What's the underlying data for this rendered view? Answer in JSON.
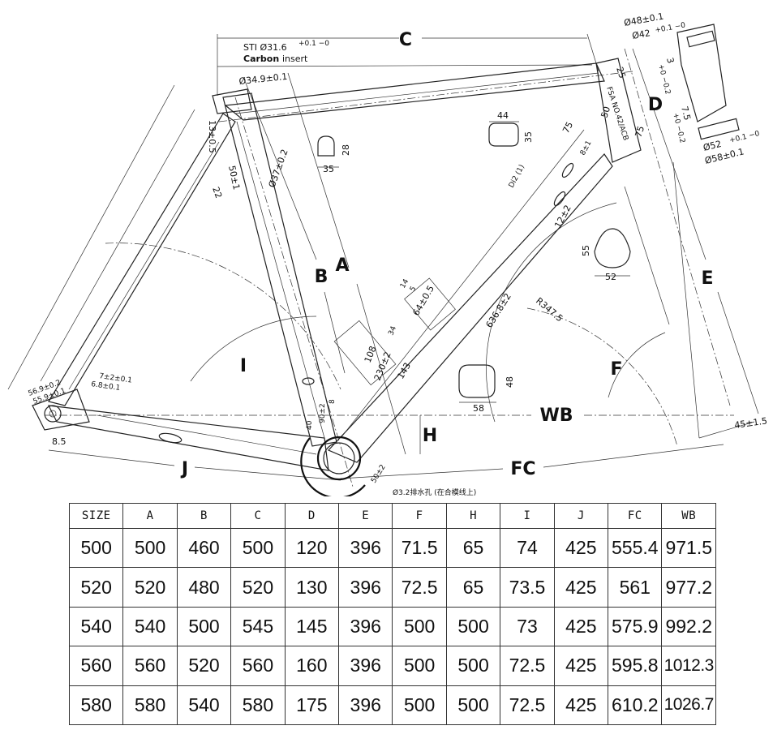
{
  "drawing": {
    "letters": {
      "A": "A",
      "B": "B",
      "C": "C",
      "D": "D",
      "E": "E",
      "F": "F",
      "H": "H",
      "I": "I",
      "J": "J",
      "FC": "FC",
      "WB": "WB"
    },
    "annotations": {
      "sti": "STI Ø31.6",
      "sti_tol": "+0.1 −0",
      "carbon_insert_bold": "Carbon",
      "carbon_insert_rest": "insert",
      "seat_clamp_dia": "Ø34.9±0.1",
      "seat_top_dim": "13±0.5",
      "seat_tube_dia": "Ø37±0.2",
      "seat_tube_len": "50±1",
      "seat_stay_small": "22",
      "tt_section_w": "35",
      "tt_section_h": "28",
      "dt_section_w": "44",
      "dt_section_h": "35",
      "head_top_outer": "Ø48±0.1",
      "head_top_inner": "Ø42",
      "head_top_inner_tol": "+0.1 −0",
      "head_top_len": "3",
      "head_top_len_tol": "+0 −0.2",
      "head_bottom_len": "7.5",
      "head_bottom_len_tol": "+0 −0.2",
      "head_bottom_inner": "Ø52",
      "head_bottom_inner_tol": "+0.1 −0",
      "head_bottom_outer": "Ø58±0.1",
      "headset_label": "FSA NO.42/ACB",
      "head_small_25": "25",
      "head_50": "50",
      "head_75a": "75",
      "head_75b": "75",
      "di2_label": "Di2 (1)",
      "cable_port": "12±2",
      "cable_port2": "8±1",
      "dt_radius": "R347.5",
      "dt_length": "636.8±2",
      "bb_area_55": "55",
      "bb_area_52": "52",
      "dt_port_64": "64±0.5",
      "dt_port_14": "14",
      "dt_port_5": "5",
      "st_port_108": "108",
      "st_port_230": "230±2",
      "st_port_143": "143",
      "st_port_34": "34",
      "chain_section_w": "58",
      "chain_section_h": "48",
      "bb_40": "40",
      "bb_90": "90±2",
      "bb_8": "8",
      "bb_50": "50±2",
      "bb_drain": "Ø3.2排水孔 (在合模线上)",
      "dropout_56": "56.9±0.2",
      "dropout_55": "55.9±0.1",
      "dropout_7": "7±2±0.1",
      "dropout_68": "6.8±0.1",
      "dropout_85": "8.5",
      "fork_45": "45±1.5"
    }
  },
  "table": {
    "headers": [
      "SIZE",
      "A",
      "B",
      "C",
      "D",
      "E",
      "F",
      "H",
      "I",
      "J",
      "FC",
      "WB"
    ],
    "rows": [
      [
        "500",
        "500",
        "460",
        "500",
        "120",
        "396",
        "71.5",
        "65",
        "74",
        "425",
        "555.4",
        "971.5"
      ],
      [
        "520",
        "520",
        "480",
        "520",
        "130",
        "396",
        "72.5",
        "65",
        "73.5",
        "425",
        "561",
        "977.2"
      ],
      [
        "540",
        "540",
        "500",
        "545",
        "145",
        "396",
        "500",
        "500",
        "73",
        "425",
        "575.9",
        "992.2"
      ],
      [
        "560",
        "560",
        "520",
        "560",
        "160",
        "396",
        "500",
        "500",
        "72.5",
        "425",
        "595.8",
        "1012.3"
      ],
      [
        "580",
        "580",
        "540",
        "580",
        "175",
        "396",
        "500",
        "500",
        "72.5",
        "425",
        "610.2",
        "1026.7"
      ]
    ]
  }
}
